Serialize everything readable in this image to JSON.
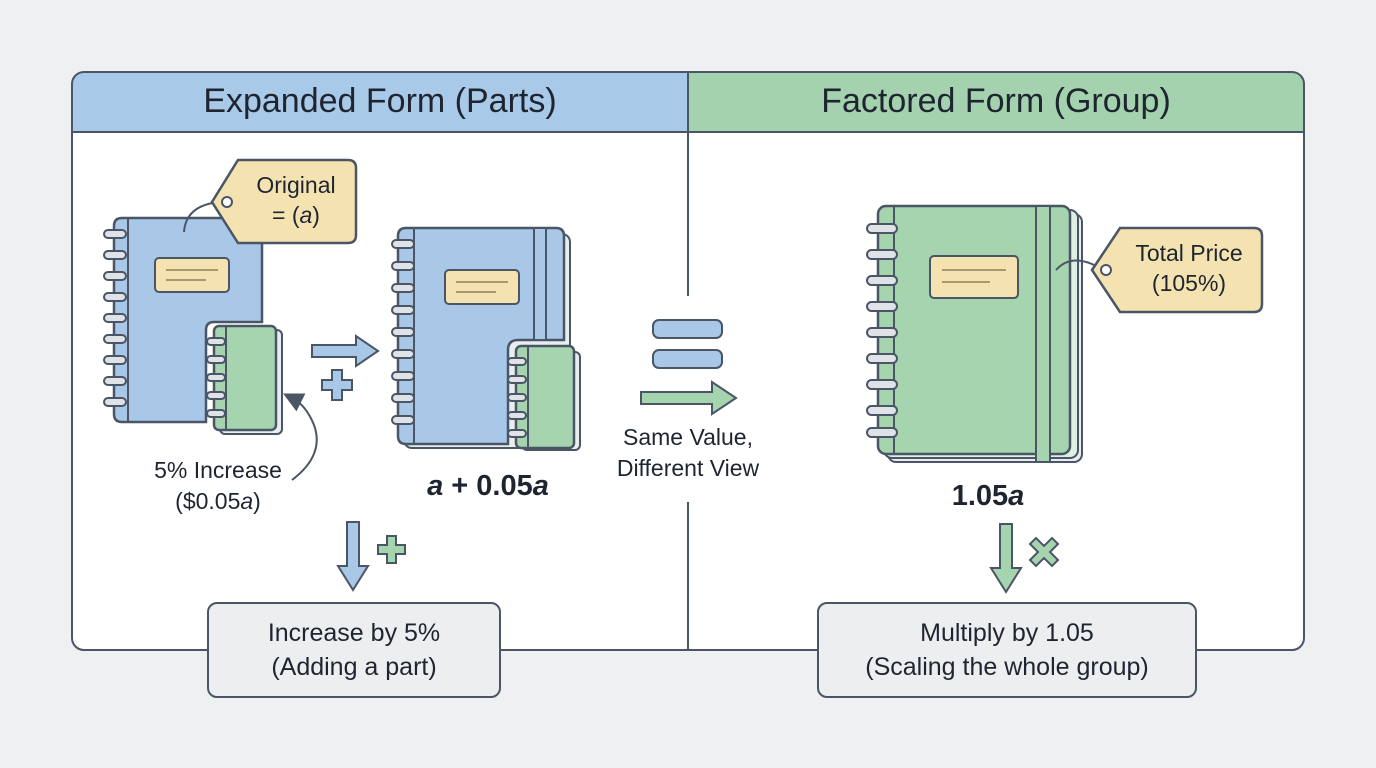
{
  "panels": {
    "left": {
      "title": "Expanded Form (Parts)",
      "header_color": "#a9c9e8",
      "tag": {
        "line1": "Original",
        "line2_prefix": "= (",
        "line2_var": "a",
        "line2_suffix": ")"
      },
      "increase_label": {
        "line1": "5% Increase",
        "line2_prefix": "($0.05",
        "line2_var": "a",
        "line2_suffix": ")"
      },
      "expression": {
        "var1": "a",
        "op": " + 0.05",
        "var2": "a"
      },
      "result_box": {
        "line1": "Increase by 5%",
        "line2": "(Adding a part)"
      },
      "operator_icon": "plus-icon"
    },
    "right": {
      "title": "Factored Form (Group)",
      "header_color": "#a4d2ae",
      "tag": {
        "line1": "Total Price",
        "line2": "(105%)"
      },
      "expression": {
        "coef": "1.05",
        "var": "a"
      },
      "result_box": {
        "line1": "Multiply by 1.05",
        "line2": "(Scaling the whole group)"
      },
      "operator_icon": "times-icon"
    }
  },
  "center": {
    "label_line1": "Same Value,",
    "label_line2": "Different View",
    "icons": [
      "equals-icon",
      "arrow-right-icon"
    ]
  },
  "colors": {
    "blue_notebook": "#a9c8e8",
    "green_notebook": "#a6d4ae",
    "tag_fill": "#f4e3b0",
    "outline": "#4a5566"
  }
}
